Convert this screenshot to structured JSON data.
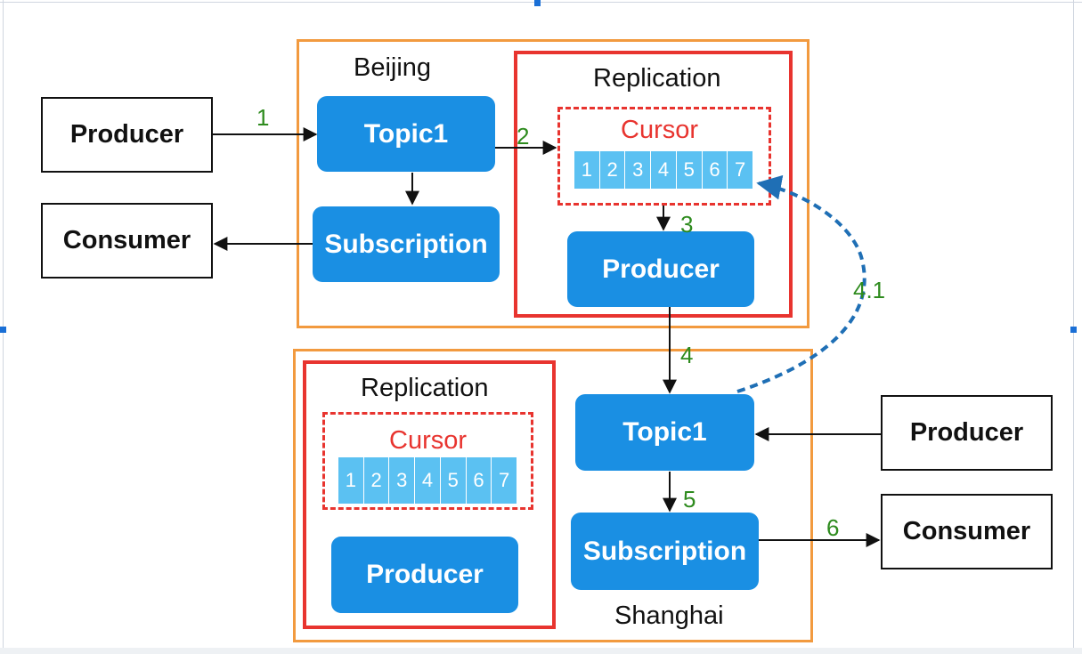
{
  "regions": {
    "beijing": {
      "label": "Beijing"
    },
    "shanghai": {
      "label": "Shanghai"
    }
  },
  "beijing": {
    "topic": "Topic1",
    "subscription": "Subscription",
    "replication": {
      "title": "Replication",
      "cursor_label": "Cursor",
      "cells": [
        "1",
        "2",
        "3",
        "4",
        "5",
        "6",
        "7"
      ],
      "producer": "Producer"
    }
  },
  "shanghai": {
    "topic": "Topic1",
    "subscription": "Subscription",
    "replication": {
      "title": "Replication",
      "cursor_label": "Cursor",
      "cells": [
        "1",
        "2",
        "3",
        "4",
        "5",
        "6",
        "7"
      ],
      "producer": "Producer"
    }
  },
  "external": {
    "beijing_producer": "Producer",
    "beijing_consumer": "Consumer",
    "shanghai_producer": "Producer",
    "shanghai_consumer": "Consumer"
  },
  "steps": {
    "s1": "1",
    "s2": "2",
    "s3": "3",
    "s4": "4",
    "s4_1": "4.1",
    "s5": "5",
    "s6": "6"
  },
  "colors": {
    "region_border": "#f29a3f",
    "replication_border": "#e8342f",
    "block_fill": "#1a8fe3",
    "cursor_cell_fill": "#5bc1f2",
    "step_label": "#2e8b1e",
    "ack_arrow": "#1f6fb5"
  }
}
